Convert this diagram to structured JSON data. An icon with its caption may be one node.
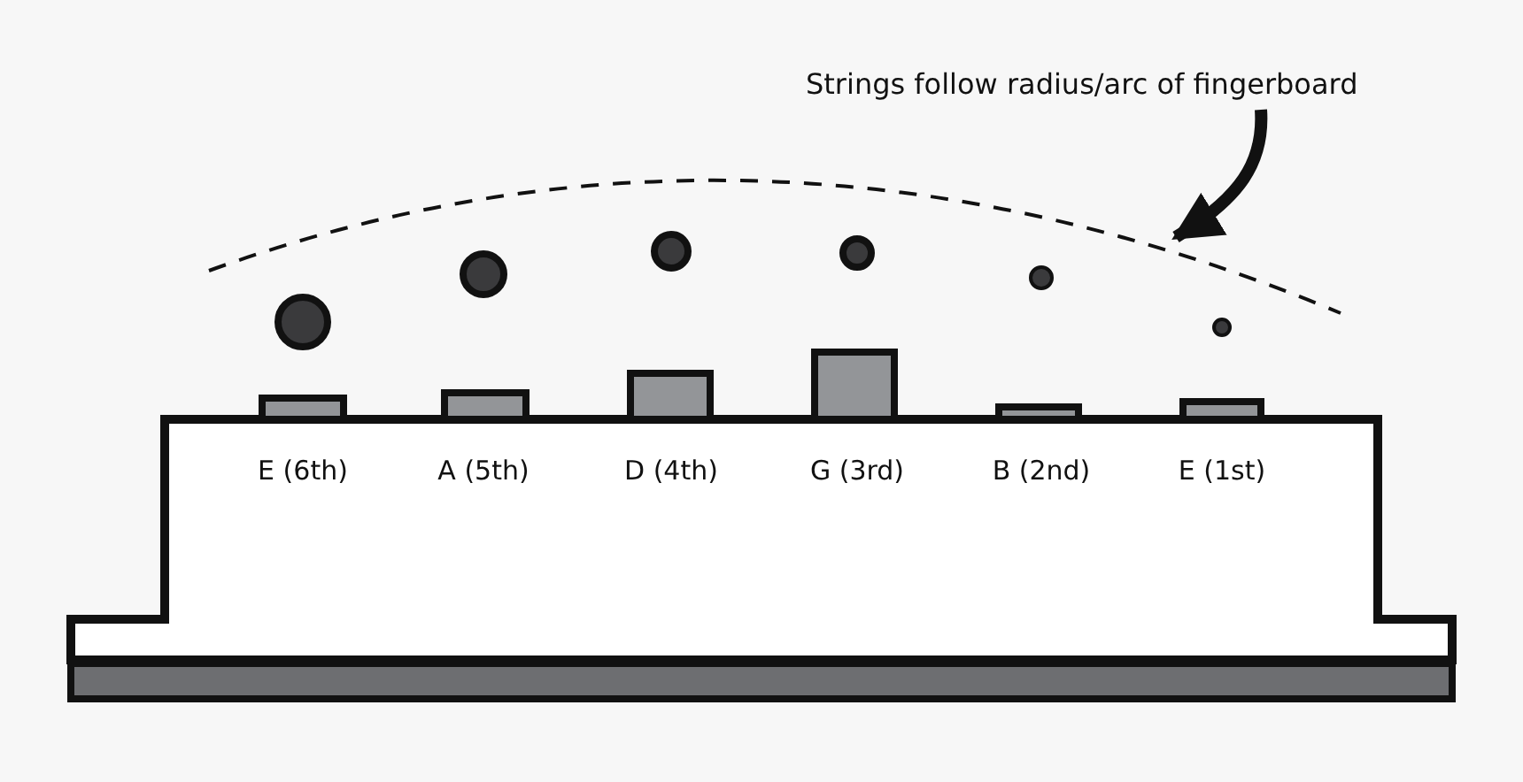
{
  "diagram": {
    "nodes": [
      {
        "text": [
          "Strings follow radius/arc of fingerboard"
        ]
      },
      {
        "text": [],
        "shape": "arc"
      }
    ],
    "edges": [
      {
        "from": 0,
        "to": 1,
        "arrow": "to"
      }
    ],
    "labels": [
      "E (6th)",
      "A (5th)",
      "D (4th)",
      "G (3rd)",
      "B (2nd)",
      "E (1st)"
    ]
  }
}
